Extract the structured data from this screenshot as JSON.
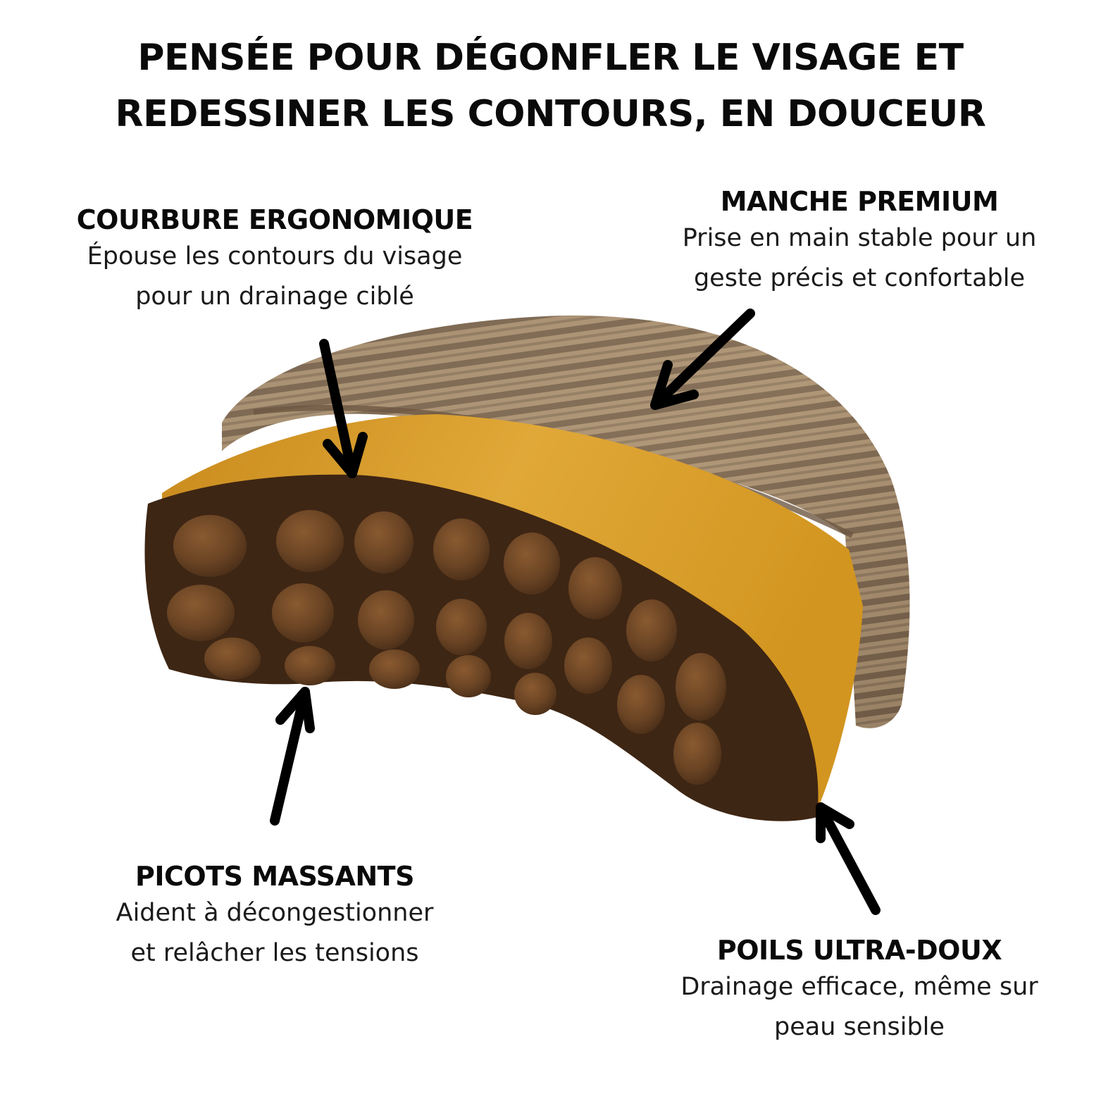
{
  "headline": {
    "line1": "PENSÉE POUR DÉGONFLER LE VISAGE ET",
    "line2": "REDESSINER LES CONTOURS, EN DOUCEUR"
  },
  "callouts": {
    "courbure": {
      "title": "COURBURE ERGONOMIQUE",
      "desc_line1": "Épouse les contours du visage",
      "desc_line2": "pour un drainage ciblé"
    },
    "manche": {
      "title": "MANCHE PREMIUM",
      "desc_line1": "Prise en main stable pour un",
      "desc_line2": "geste précis et confortable"
    },
    "picots": {
      "title": "PICOTS MASSANTS",
      "desc_line1": "Aident à décongestionner",
      "desc_line2": "et relâcher les tensions"
    },
    "poils": {
      "title": "POILS ULTRA-DOUX",
      "desc_line1": "Drainage efficace, même sur",
      "desc_line2": "peau sensible"
    }
  },
  "product": {
    "name": "face-drainage-brush",
    "icons": [
      "arrow-down-icon",
      "arrow-down-left-icon",
      "arrow-up-icon",
      "arrow-up-left-icon"
    ]
  },
  "colors": {
    "background": "#ffffff",
    "text": "#0a0a0a",
    "bristle_gold": "#d79a2a",
    "bristle_dark": "#3e2614",
    "wood_light": "#c4ab86",
    "wood_dark": "#5e4a38",
    "arrow": "#000000"
  }
}
